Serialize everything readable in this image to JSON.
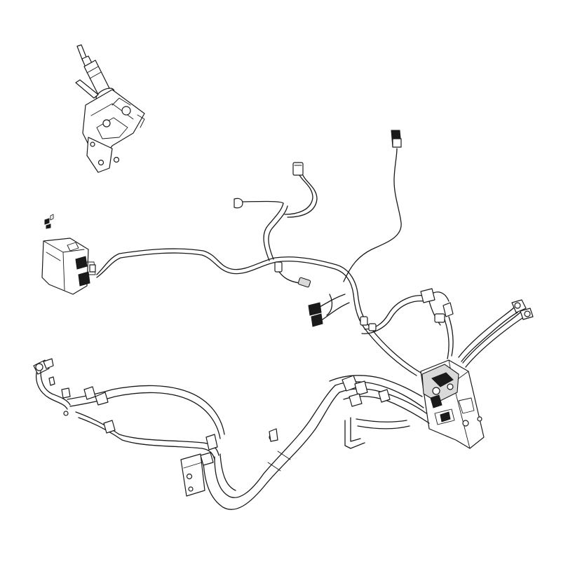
{
  "diagram": {
    "background_color": "#ffffff",
    "line_color": "#1a1a1a",
    "components": [
      {
        "id": "steering-column-assembly",
        "icon": "steering-column-icon"
      },
      {
        "id": "control-module",
        "icon": "control-module-icon"
      },
      {
        "id": "wiring-harness",
        "icon": "wiring-harness-icon"
      },
      {
        "id": "hydraulic-tube-assembly",
        "icon": "hydraulic-tubes-icon"
      },
      {
        "id": "hydraulic-valve-block",
        "icon": "valve-block-icon"
      },
      {
        "id": "left-tube-fittings",
        "icon": "tube-fitting-icon"
      },
      {
        "id": "right-tube-fittings",
        "icon": "tube-fitting-icon"
      },
      {
        "id": "mounting-bracket",
        "icon": "bracket-icon"
      }
    ]
  }
}
